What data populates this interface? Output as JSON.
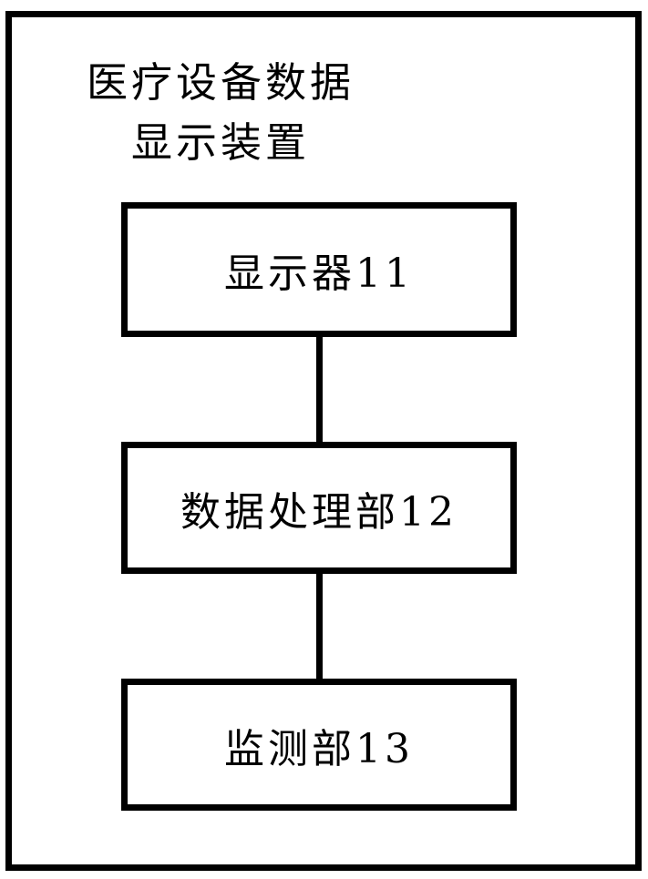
{
  "figure": {
    "title": {
      "line1": "医疗设备数据",
      "line2": "显示装置"
    },
    "blocks": [
      {
        "id": "display",
        "label": "显示器11"
      },
      {
        "id": "processor",
        "label": "数据处理部12"
      },
      {
        "id": "monitor",
        "label": "监测部13"
      }
    ],
    "connections": [
      {
        "from": "显示器11",
        "to": "数据处理部12"
      },
      {
        "from": "数据处理部12",
        "to": "监测部13"
      }
    ],
    "colors": {
      "line": "#000000",
      "background": "#ffffff"
    }
  }
}
